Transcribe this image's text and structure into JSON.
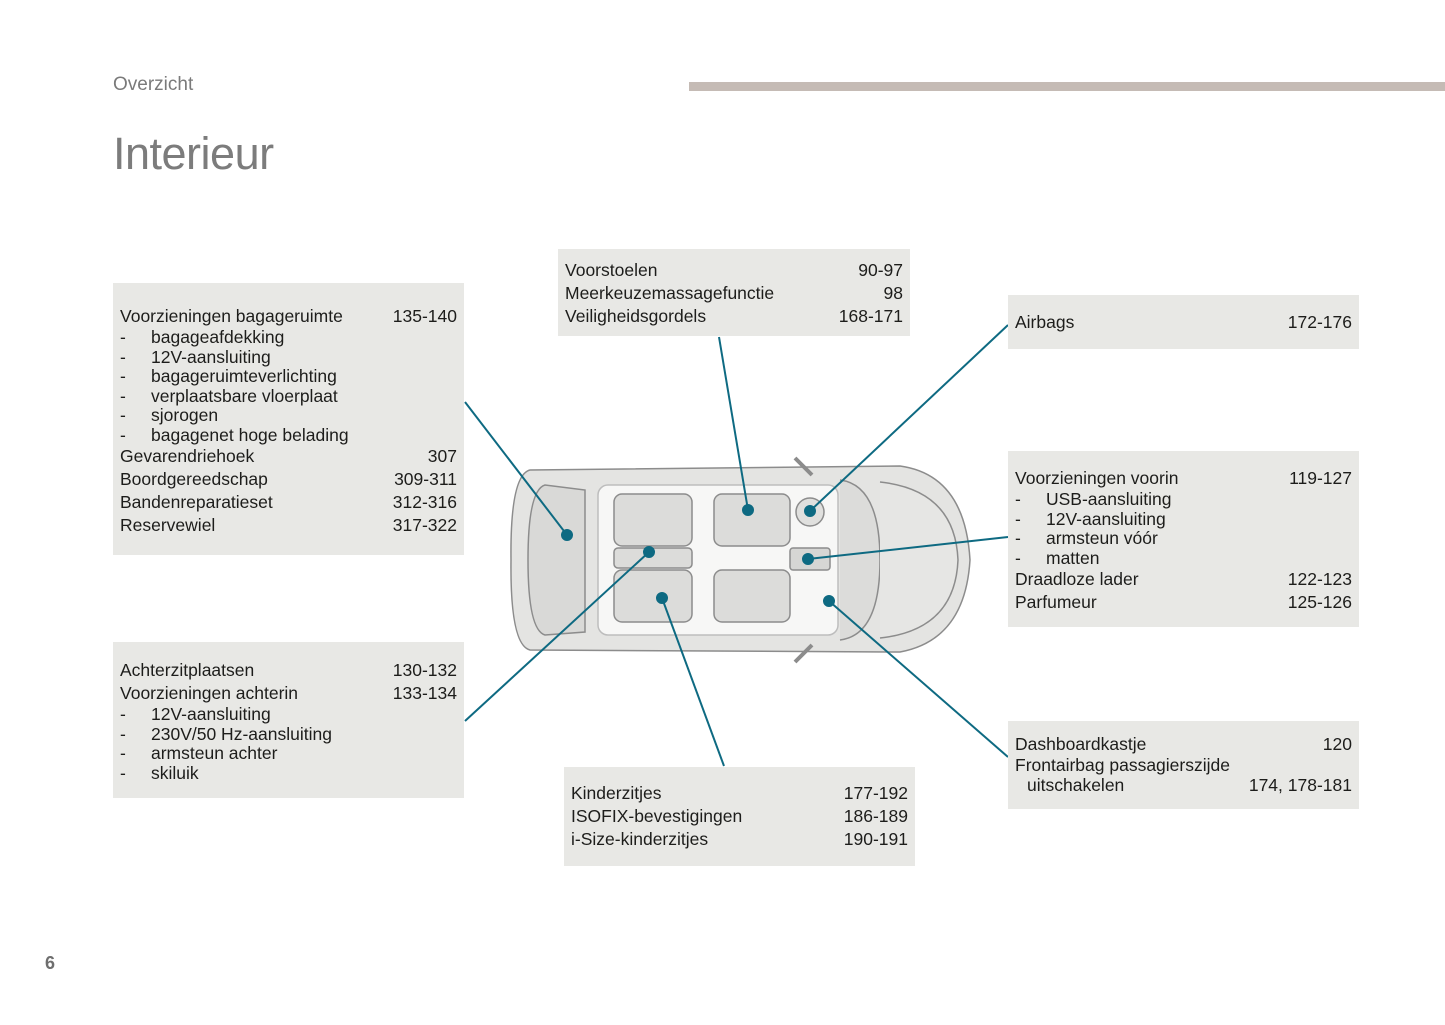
{
  "header": {
    "section": "Overzicht",
    "title": "Interieur"
  },
  "page_number": "6",
  "accent_color": "#0e6a82",
  "boxes": {
    "bagage": {
      "rows": [
        {
          "type": "main",
          "label": "Voorzieningen bagageruimte",
          "pages": "135-140"
        },
        {
          "type": "sub",
          "label": "bagageafdekking"
        },
        {
          "type": "sub",
          "label": "12V-aansluiting"
        },
        {
          "type": "sub",
          "label": "bagageruimteverlichting"
        },
        {
          "type": "sub",
          "label": "verplaatsbare vloerplaat"
        },
        {
          "type": "sub",
          "label": "sjorogen"
        },
        {
          "type": "sub",
          "label": "bagagenet hoge belading"
        },
        {
          "type": "main",
          "label": "Gevarendriehoek",
          "pages": "307"
        },
        {
          "type": "main",
          "label": "Boordgereedschap",
          "pages": "309-311"
        },
        {
          "type": "main",
          "label": "Bandenreparatieset",
          "pages": "312-316"
        },
        {
          "type": "main",
          "label": "Reservewiel",
          "pages": "317-322"
        }
      ]
    },
    "voorstoelen": {
      "rows": [
        {
          "type": "main",
          "label": "Voorstoelen",
          "pages": "90-97"
        },
        {
          "type": "main",
          "label": "Meerkeuzemassagefunctie",
          "pages": "98"
        },
        {
          "type": "main",
          "label": "Veiligheidsgordels",
          "pages": "168-171"
        }
      ]
    },
    "airbags": {
      "rows": [
        {
          "type": "main",
          "label": "Airbags",
          "pages": "172-176"
        }
      ]
    },
    "voorin": {
      "rows": [
        {
          "type": "main",
          "label": "Voorzieningen voorin",
          "pages": "119-127"
        },
        {
          "type": "sub",
          "label": "USB-aansluiting"
        },
        {
          "type": "sub",
          "label": "12V-aansluiting"
        },
        {
          "type": "sub",
          "label": "armsteun vóór"
        },
        {
          "type": "sub",
          "label": "matten"
        },
        {
          "type": "main",
          "label": "Draadloze lader",
          "pages": "122-123"
        },
        {
          "type": "main",
          "label": "Parfumeur",
          "pages": "125-126"
        }
      ]
    },
    "achterin": {
      "rows": [
        {
          "type": "main",
          "label": "Achterzitplaatsen",
          "pages": "130-132"
        },
        {
          "type": "main",
          "label": "Voorzieningen achterin",
          "pages": "133-134"
        },
        {
          "type": "sub",
          "label": "12V-aansluiting"
        },
        {
          "type": "sub",
          "label": "230V/50 Hz-aansluiting"
        },
        {
          "type": "sub",
          "label": "armsteun achter"
        },
        {
          "type": "sub",
          "label": "skiluik"
        }
      ]
    },
    "kinder": {
      "rows": [
        {
          "type": "main",
          "label": "Kinderzitjes",
          "pages": "177-192"
        },
        {
          "type": "main",
          "label": "ISOFIX-bevestigingen",
          "pages": "186-189"
        },
        {
          "type": "main",
          "label": "i-Size-kinderzitjes",
          "pages": "190-191"
        }
      ]
    },
    "dashboard": {
      "rows": [
        {
          "type": "main",
          "label": "Dashboardkastje",
          "pages": "120"
        },
        {
          "type": "main-tight",
          "label": "Frontairbag passagierszijde",
          "pages": ""
        },
        {
          "type": "cont",
          "label": "uitschakelen",
          "pages": "174, 178-181"
        }
      ]
    }
  }
}
